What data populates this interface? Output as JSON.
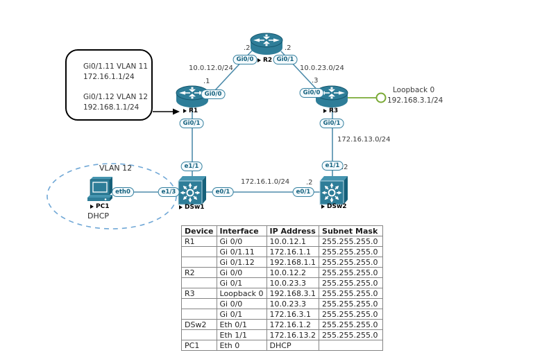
{
  "diagram": {
    "callout": {
      "line1": "Gi0/1.11 VLAN 11",
      "line2": "172.16.1.1/24",
      "line3": "Gi0/1.12 VLAN 12",
      "line4": "192.168.1.1/24"
    },
    "devices": {
      "r1": "R1",
      "r2": "R2",
      "r3": "R3",
      "dsw1": "DSw1",
      "dsw2": "DSw2",
      "pc1": "PC1"
    },
    "ports": {
      "r1_gi00": "Gi0/0",
      "r1_gi01": "Gi0/1",
      "r2_gi00": "Gi0/0",
      "r2_gi01": "Gi0/1",
      "r3_gi00": "Gi0/0",
      "r3_gi01": "Gi0/1",
      "dsw1_e11": "e1/1",
      "dsw1_e13": "e1/3",
      "dsw1_e01": "e0/1",
      "dsw2_e11": "e1/1",
      "dsw2_e01": "e0/1",
      "pc1_eth0": "eth0"
    },
    "networks": {
      "r1_r2": "10.0.12.0/24",
      "r2_r3": "10.0.23.0/24",
      "r3_dsw2": "172.16.13.0/24",
      "dsw1_dsw2": "172.16.1.0/24"
    },
    "host_suffixes": {
      "r1_gi00": ".1",
      "r2_gi00": ".2",
      "r2_gi01": ".2",
      "r3_gi00": ".3",
      "dsw2_e01": ".2",
      "dsw2_e11": ".2"
    },
    "loopback": {
      "name": "Loopback 0",
      "ip": "192.168.3.1/24"
    },
    "vlan_zone_label": "VLAN 12",
    "pc1_dhcp_label": "DHCP"
  },
  "table": {
    "headers": [
      "Device",
      "Interface",
      "IP Address",
      "Subnet Mask"
    ],
    "rows": [
      [
        "R1",
        "Gi 0/0",
        "10.0.12.1",
        "255.255.255.0"
      ],
      [
        "",
        "Gi 0/1.11",
        "172.16.1.1",
        "255.255.255.0"
      ],
      [
        "",
        "Gi 0/1.12",
        "192.168.1.1",
        "255.255.255.0"
      ],
      [
        "R2",
        "Gi 0/0",
        "10.0.12.2",
        "255.255.255.0"
      ],
      [
        "",
        "Gi 0/1",
        "10.0.23.3",
        "255.255.255.0"
      ],
      [
        "R3",
        "Loopback 0",
        "192.168.3.1",
        "255.255.255.0"
      ],
      [
        "",
        "Gi 0/0",
        "10.0.23.3",
        "255.255.255.0"
      ],
      [
        "",
        "Gi 0/1",
        "172.16.3.1",
        "255.255.255.0"
      ],
      [
        "DSw2",
        "Eth 0/1",
        "172.16.1.2",
        "255.255.255.0"
      ],
      [
        "",
        "Eth 1/1",
        "172.16.13.2",
        "255.255.255.0"
      ],
      [
        "PC1",
        "Eth 0",
        "DHCP",
        ""
      ]
    ]
  },
  "colors": {
    "device_teal": "#2e7d98",
    "link_blue": "#4e8cab",
    "loopback_green": "#79a934",
    "vlan_dashed_blue": "#6fa7d6"
  }
}
